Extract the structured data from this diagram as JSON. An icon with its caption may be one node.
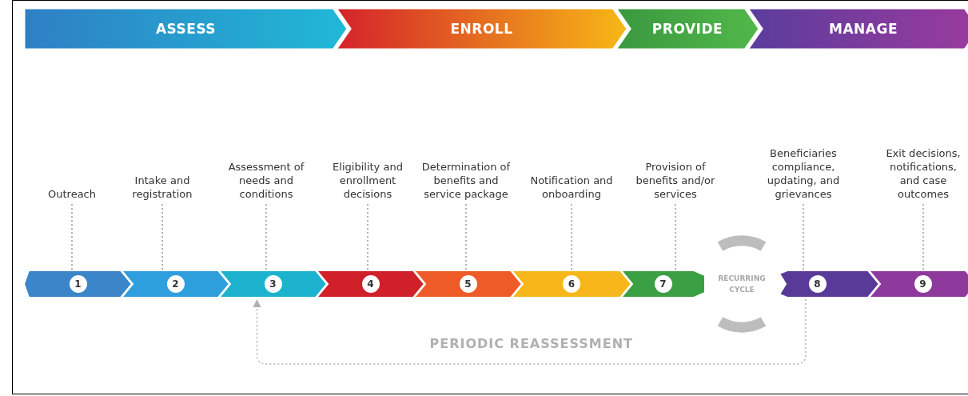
{
  "diagram": {
    "nodes": [
      {
        "text": [
          "ASSESS"
        ]
      },
      {
        "text": [
          "ENROLL"
        ]
      },
      {
        "text": [
          "PROVIDE"
        ]
      },
      {
        "text": [
          "MANAGE"
        ]
      },
      {
        "text": [
          "Outreach"
        ]
      },
      {
        "text": [
          "Intake and registration"
        ]
      },
      {
        "text": [
          "Assessment of needs and conditions"
        ]
      },
      {
        "text": [
          "Eligibility and enrollment decisions"
        ]
      },
      {
        "text": [
          "Determination of benefits and service package"
        ]
      },
      {
        "text": [
          "Notification and onboarding"
        ]
      },
      {
        "text": [
          "Provision of benefits and/or services"
        ]
      },
      {
        "text": [
          "Beneficiaries compliance, updating, and grievances"
        ]
      },
      {
        "text": [
          "Exit decisions, notifications, and case outcomes"
        ]
      },
      {
        "text": [
          "1"
        ]
      },
      {
        "text": [
          "2"
        ]
      },
      {
        "text": [
          "3"
        ]
      },
      {
        "text": [
          "4"
        ]
      },
      {
        "text": [
          "5"
        ]
      },
      {
        "text": [
          "6"
        ]
      },
      {
        "text": [
          "7"
        ]
      },
      {
        "text": [
          "8"
        ]
      },
      {
        "text": [
          "9"
        ]
      },
      {
        "text": [
          "RECURRING CYCLE"
        ]
      }
    ],
    "edges": [
      {
        "from": 4,
        "to": 13,
        "arrow": "none",
        "style": "dashed"
      },
      {
        "from": 5,
        "to": 14,
        "arrow": "none",
        "style": "dashed"
      },
      {
        "from": 6,
        "to": 15,
        "arrow": "none",
        "style": "dashed"
      },
      {
        "from": 7,
        "to": 16,
        "arrow": "none",
        "style": "dashed"
      },
      {
        "from": 8,
        "to": 17,
        "arrow": "none",
        "style": "dashed"
      },
      {
        "from": 9,
        "to": 18,
        "arrow": "none",
        "style": "dashed"
      },
      {
        "from": 10,
        "to": 19,
        "arrow": "none",
        "style": "dashed"
      },
      {
        "from": 11,
        "to": 20,
        "arrow": "none",
        "style": "dashed"
      },
      {
        "from": 12,
        "to": 21,
        "arrow": "none",
        "style": "dashed"
      },
      {
        "from": 20,
        "to": 15,
        "arrow": "to",
        "style": "dashed",
        "label": "PERIODIC REASSESSMENT",
        "color": "#b0b0b0"
      }
    ]
  }
}
